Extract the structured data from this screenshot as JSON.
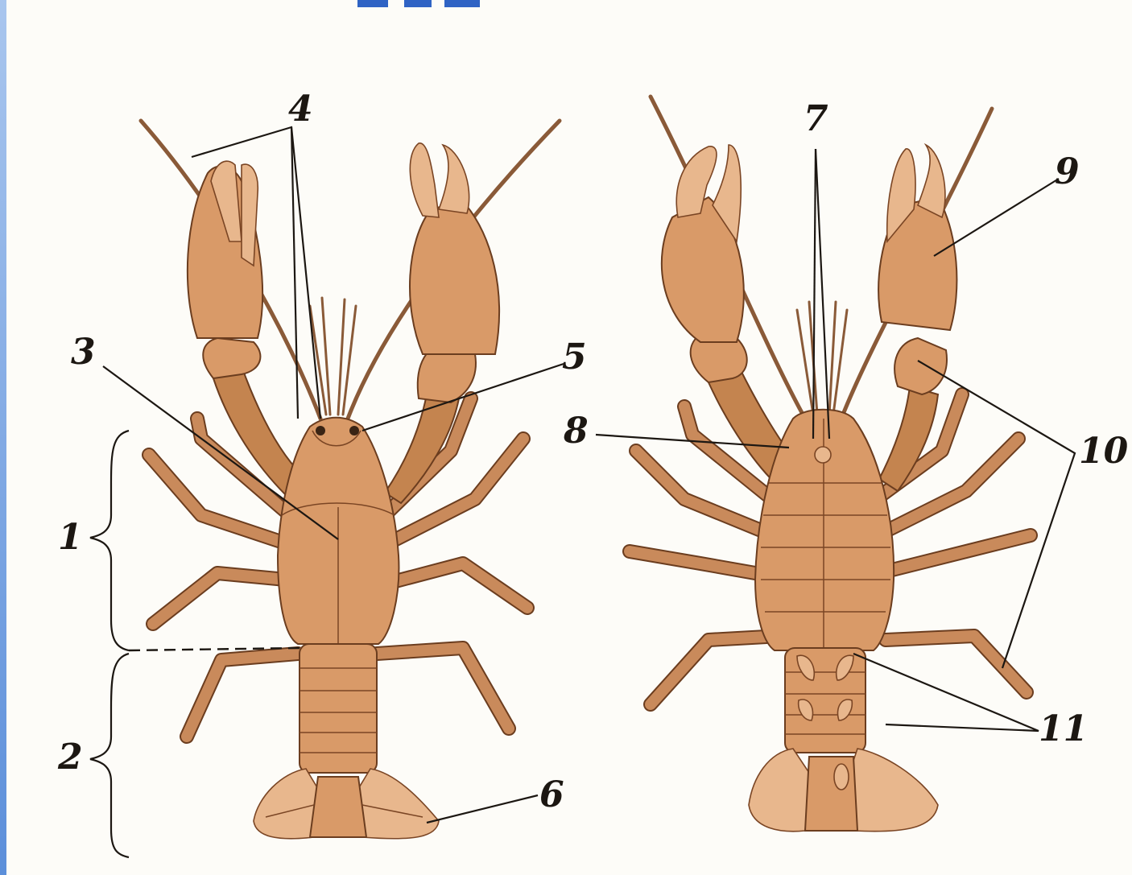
{
  "labels": {
    "l1": "1",
    "l2": "2",
    "l3": "3",
    "l4": "4",
    "l5": "5",
    "l6": "6",
    "l7": "7",
    "l8": "8",
    "l9": "9",
    "l10": "10",
    "l11": "11"
  },
  "colors": {
    "background": "#fdfcf8",
    "shell": "#d99a68",
    "shell_outline": "#6b3d1f",
    "label": "#1c1712",
    "side_bar": "#5c8fda"
  }
}
